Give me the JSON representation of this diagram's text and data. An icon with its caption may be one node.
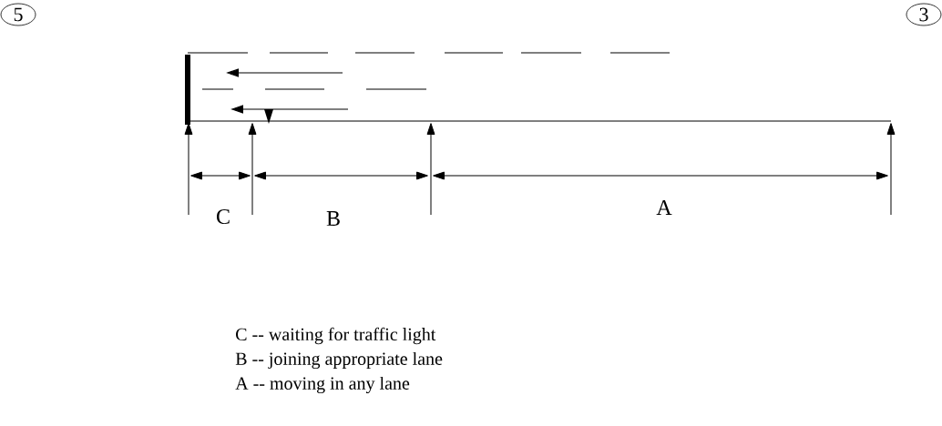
{
  "diagram": {
    "nodes": [
      {
        "text": [
          "5"
        ]
      },
      {
        "text": [
          "3"
        ]
      }
    ],
    "labels": [
      "C",
      "B",
      "A",
      "C -- waiting for traffic light",
      "B -- joining appropriate lane",
      "A -- moving in any lane"
    ]
  }
}
